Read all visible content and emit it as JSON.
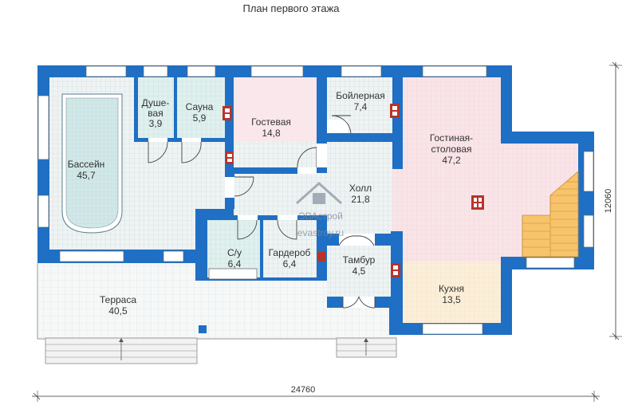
{
  "plan": {
    "title": "План первого этажа",
    "width_dimension": "24760",
    "depth_dimension": "12060"
  },
  "rooms": {
    "pool": {
      "name": "Бассейн",
      "area": "45,7"
    },
    "shower": {
      "name_line1": "Душе-",
      "name_line2": "вая",
      "area": "3,9"
    },
    "sauna": {
      "name": "Сауна",
      "area": "5,9"
    },
    "guest": {
      "name": "Гостевая",
      "area": "14,8"
    },
    "boiler": {
      "name": "Бойлерная",
      "area": "7,4"
    },
    "living": {
      "name_line1": "Гостиная-",
      "name_line2": "столовая",
      "area": "47,2"
    },
    "hall": {
      "name": "Холл",
      "area": "21,8"
    },
    "wc": {
      "name": "С/у",
      "area": "6,4"
    },
    "wardrobe": {
      "name": "Гардероб",
      "area": "6,4"
    },
    "vestibule": {
      "name": "Тамбур",
      "area": "4,5"
    },
    "kitchen": {
      "name": "Кухня",
      "area": "13,5"
    },
    "terrace": {
      "name": "Терраса",
      "area": "40,5"
    }
  },
  "watermark": {
    "logo": "ЭВАстрой",
    "site": "evastroy.ru"
  },
  "colors": {
    "wall": "#1f6fc4",
    "tile": "#ecf2f2",
    "tile_line": "#c9d4d8",
    "guest_floor": "#f9e6ea",
    "living_floor": "#f9e6ea",
    "kitchen_floor": "#fbeed8",
    "wc_floor": "#dff0ee",
    "stairs": "#f6c46a",
    "pool_water": "#cfe7e7"
  }
}
